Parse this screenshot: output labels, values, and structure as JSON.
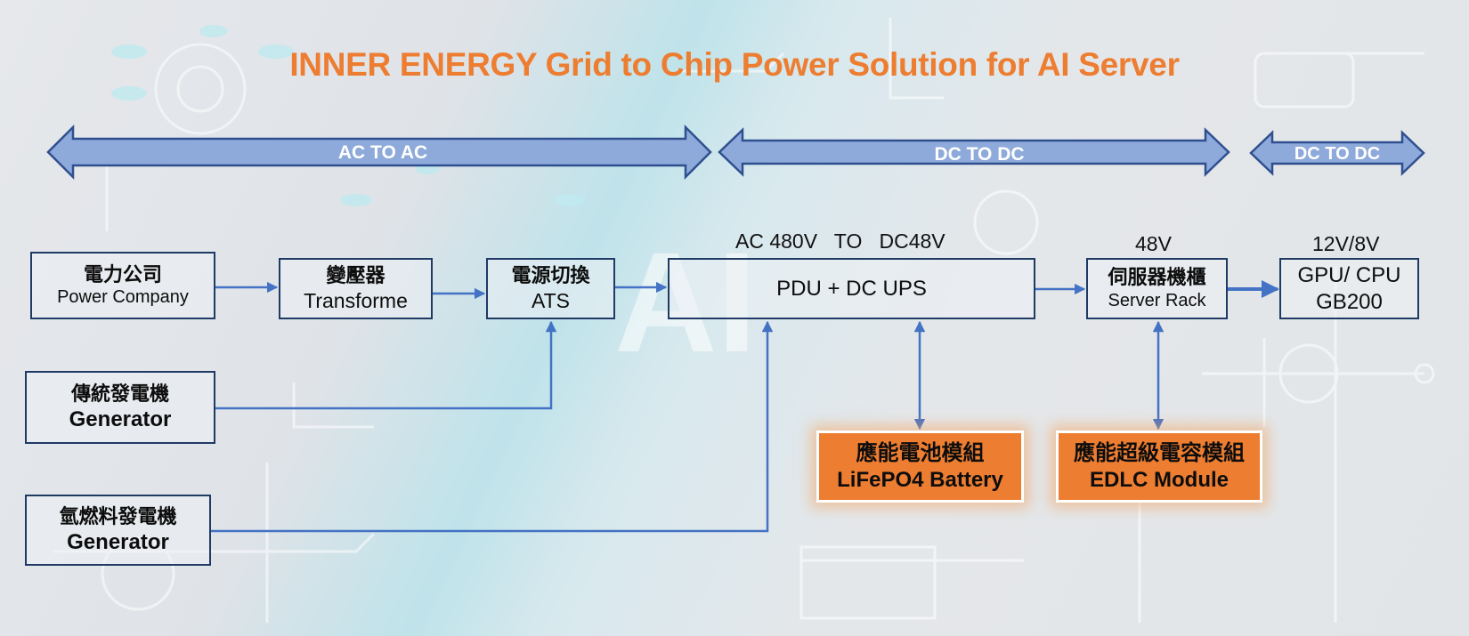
{
  "title": "INNER ENERGY Grid to Chip Power Solution for AI Server",
  "bands": [
    {
      "label": "AC TO AC"
    },
    {
      "label": "DC TO DC"
    },
    {
      "label": "DC TO DC"
    }
  ],
  "voltage_labels": {
    "pdu": "AC 480V   TO   DC48V",
    "rack": "48V",
    "gpu": "12V/8V"
  },
  "nodes": {
    "power_company": {
      "zh": "電力公司",
      "en": "Power Company"
    },
    "transformer": {
      "zh": "變壓器",
      "en": "Transforme"
    },
    "ats": {
      "zh": "電源切換",
      "en": "ATS"
    },
    "pdu": {
      "en": "PDU + DC UPS"
    },
    "server_rack": {
      "zh": "伺服器機櫃",
      "en": "Server Rack"
    },
    "gpu": {
      "line1": "GPU/ CPU",
      "line2": "GB200"
    },
    "generator": {
      "zh": "傳統發電機",
      "en": "Generator"
    },
    "hydrogen_generator": {
      "zh": "氫燃料發電機",
      "en": "Generator"
    },
    "battery": {
      "zh": "應能電池模組",
      "en": "LiFePO4 Battery"
    },
    "edlc": {
      "zh": "應能超級電容模組",
      "en": "EDLC Module"
    }
  },
  "colors": {
    "title": "#ed7d31",
    "band_fill": "#8eaadb",
    "band_stroke": "#2f4f8f",
    "connector": "#4472c4",
    "box_border": "#1f3a64",
    "highlight": "#ed7d31"
  }
}
